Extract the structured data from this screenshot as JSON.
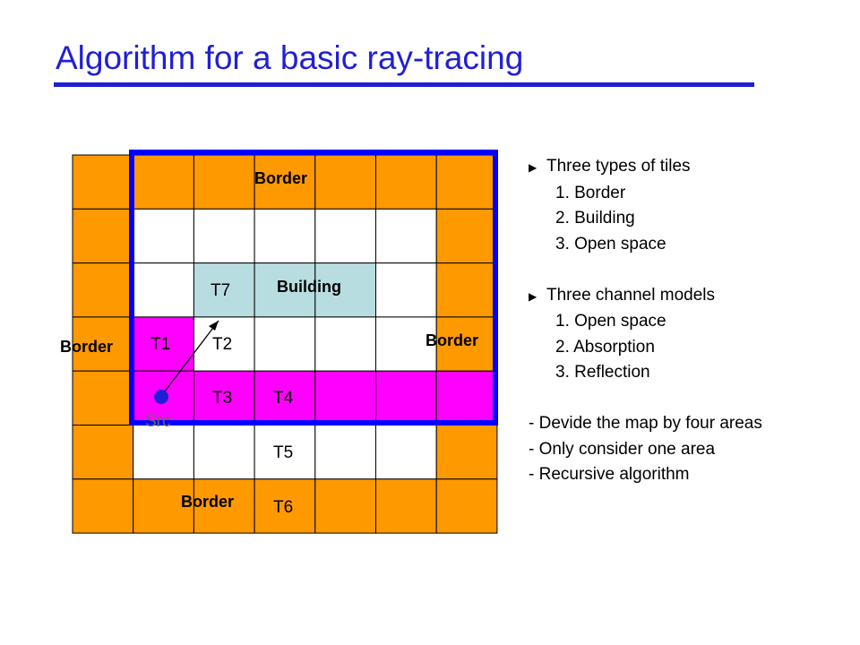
{
  "title": "Algorithm for a basic ray-tracing",
  "colors": {
    "title": "#1f1fd6",
    "border_tile": "#ff9900",
    "building_tile": "#b8dde0",
    "reflection_tile": "#ff00ff",
    "open_tile": "#ffffff",
    "area_outline": "#0000ff",
    "ray": "#000000",
    "source": "#1f1fd6"
  },
  "grid": {
    "rows": 7,
    "cols": 7,
    "tiles": [
      [
        "B",
        "B",
        "B",
        "B",
        "B",
        "B",
        "B"
      ],
      [
        "B",
        "O",
        "O",
        "O",
        "O",
        "O",
        "B"
      ],
      [
        "B",
        "O",
        "U",
        "U",
        "U",
        "O",
        "B"
      ],
      [
        "B",
        "M",
        "O",
        "O",
        "O",
        "O",
        "B"
      ],
      [
        "B",
        "M",
        "M",
        "M",
        "M",
        "M",
        "M"
      ],
      [
        "B",
        "O",
        "O",
        "O",
        "O",
        "O",
        "B"
      ],
      [
        "B",
        "B",
        "B",
        "B",
        "B",
        "B",
        "B"
      ]
    ]
  },
  "diagram": {
    "border_top": "Border",
    "border_left": "Border",
    "border_right": "Border",
    "border_bottom": "Border",
    "building": "Building",
    "source": "Src",
    "tile_labels": {
      "t1": "T1",
      "t2": "T2",
      "t3": "T3",
      "t4": "T4",
      "t5": "T5",
      "t6": "T6",
      "t7": "T7"
    }
  },
  "notes": {
    "tiles_heading": "Three types of tiles",
    "tiles_items": [
      "1. Border",
      "2. Building",
      "3. Open space"
    ],
    "models_heading": "Three channel models",
    "models_items": [
      "1. Open space",
      "2. Absorption",
      "3. Reflection"
    ],
    "steps": [
      "- Devide the map by four areas",
      "- Only consider one area",
      "- Recursive algorithm"
    ]
  }
}
